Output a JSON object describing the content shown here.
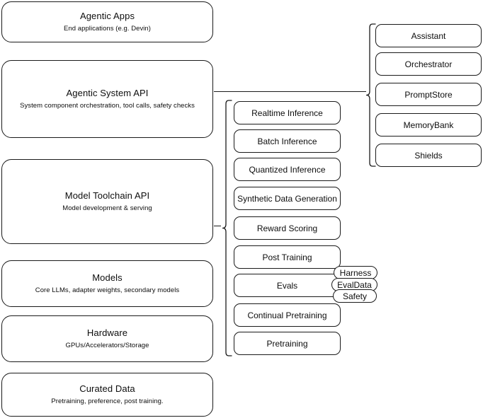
{
  "diagram": {
    "title": "Agentic stack layered architecture",
    "colors": {
      "stroke": "#1a1a1a",
      "background": "#ffffff",
      "text": "#0d0d0d"
    }
  },
  "stack_layers": [
    {
      "id": "agentic-apps",
      "title": "Agentic Apps",
      "subtitle": "End applications (e.g. Devin)"
    },
    {
      "id": "agentic-system-api",
      "title": "Agentic System API",
      "subtitle": "System component orchestration, tool calls, safety checks"
    },
    {
      "id": "model-toolchain-api",
      "title": "Model Toolchain API",
      "subtitle": "Model development & serving"
    },
    {
      "id": "models",
      "title": "Models",
      "subtitle": "Core LLMs, adapter weights, secondary models"
    },
    {
      "id": "hardware",
      "title": "Hardware",
      "subtitle": "GPUs/Accelerators/Storage"
    },
    {
      "id": "curated-data",
      "title": "Curated Data",
      "subtitle": "Pretraining, preference, post training."
    }
  ],
  "toolchain_components": [
    {
      "id": "realtime-inference",
      "label": "Realtime Inference"
    },
    {
      "id": "batch-inference",
      "label": "Batch Inference"
    },
    {
      "id": "quantized-inference",
      "label": "Quantized Inference"
    },
    {
      "id": "synthetic-data-generation",
      "label": "Synthetic Data Generation"
    },
    {
      "id": "reward-scoring",
      "label": "Reward Scoring"
    },
    {
      "id": "post-training",
      "label": "Post Training"
    },
    {
      "id": "evals",
      "label": "Evals"
    },
    {
      "id": "continual-pretraining",
      "label": "Continual Pretraining"
    },
    {
      "id": "pretraining",
      "label": "Pretraining"
    }
  ],
  "evals_tags": [
    {
      "id": "harness",
      "label": "Harness"
    },
    {
      "id": "evaldata",
      "label": "EvalData"
    },
    {
      "id": "safety",
      "label": "Safety"
    }
  ],
  "system_components": [
    {
      "id": "assistant",
      "label": "Assistant"
    },
    {
      "id": "orchestrator",
      "label": "Orchestrator"
    },
    {
      "id": "promptstore",
      "label": "PromptStore"
    },
    {
      "id": "memorybank",
      "label": "MemoryBank"
    },
    {
      "id": "shields",
      "label": "Shields"
    }
  ]
}
